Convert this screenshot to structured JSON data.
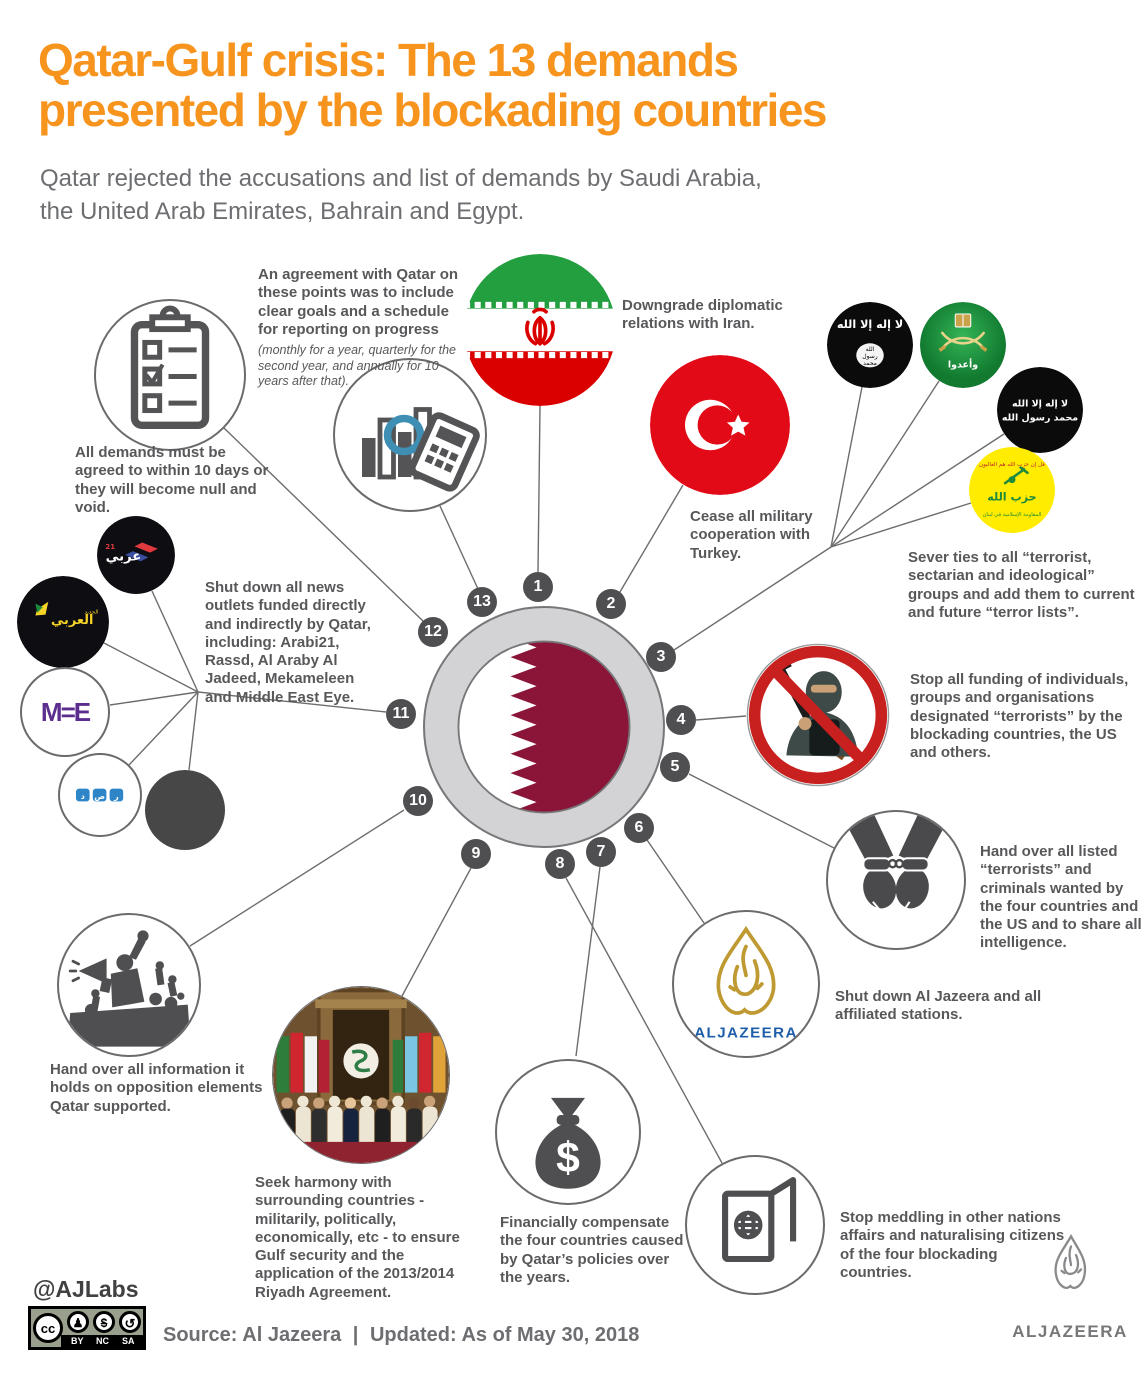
{
  "header": {
    "title1": "Qatar-Gulf crisis: The 13 demands",
    "title2": "presented by the blockading countries",
    "subtitle1": "Qatar rejected the accusations and list of demands by Saudi Arabia,",
    "subtitle2": "the United Arab Emirates, Bahrain and Egypt."
  },
  "demands": [
    {
      "num": "1",
      "icon": "iran-flag",
      "text": "Downgrade diplomatic relations with Iran."
    },
    {
      "num": "2",
      "icon": "turkey-flag",
      "text": "Cease all military cooperation with Turkey."
    },
    {
      "num": "3",
      "icon": "terror-group-flags",
      "text": "Sever ties to all “terrorist, sectarian and ideological” groups and add them to current and future “terror lists”."
    },
    {
      "num": "4",
      "icon": "banned-terrorist",
      "text": "Stop all funding of individuals, groups and organisations designated “terrorists” by the blockading countries, the US and others."
    },
    {
      "num": "5",
      "icon": "handcuffs",
      "text": "Hand over all listed “terrorists” and criminals wanted by the four countries and the US and to share all intelligence."
    },
    {
      "num": "6",
      "icon": "al-jazeera-logo",
      "text": "Shut down Al Jazeera and all affiliated stations."
    },
    {
      "num": "7",
      "icon": "money-bag",
      "text": "Financially compensate the four countries caused by Qatar’s policies over the years."
    },
    {
      "num": "8",
      "icon": "passport",
      "text": "Stop meddling in other nations affairs and naturalising citizens of the four blockading countries."
    },
    {
      "num": "9",
      "icon": "riyadh-summit-photo",
      "text": "Seek harmony with surrounding countries - militarily, politically, economically, etc - to ensure Gulf security and the application of the 2013/2014 Riyadh Agreement."
    },
    {
      "num": "10",
      "icon": "protest-crowd",
      "text": "Hand over all information it holds on opposition elements Qatar supported."
    },
    {
      "num": "11",
      "icon": "qatar-funded-media-logos",
      "text": "Shut down all news outlets funded directly and indirectly by Qatar, including: Arabi21, Rassd, Al Araby Al Jadeed, Mekameleen and Middle East Eye."
    },
    {
      "num": "12",
      "icon": "checklist",
      "text": "All demands must be agreed to within 10 days or they will become null and void."
    },
    {
      "num": "13",
      "icon": "chart-calculator",
      "text_bold": "An agreement with Qatar on these points was to include clear goals and a schedule for reporting on progress",
      "text_italic": "(monthly for a year, quarterly for the second year, and annually for 10 years after that)."
    }
  ],
  "logos": {
    "aljazeera_wordmark": "ALJAZEERA",
    "arabi21_text": "عربي",
    "arabi21_number": "21",
    "alaraby_text": "العربي",
    "alaraby_small": "الجديد",
    "mee_text": "M=E",
    "rassd_letters": [
      "د",
      "ص",
      "ر"
    ],
    "mb_caption": "وأعدوا",
    "tawhid_flag_text": "لا إله إلا الله",
    "tawhid_seal_lines": [
      "الله",
      "رسول",
      "محمد"
    ],
    "shahada_flag_line1": "لا إله إلا الله",
    "shahada_flag_line2": "محمد رسول الله",
    "hezbollah_top": "قل إن حزب الله هم الغالبون",
    "hezbollah_name": "حزب الله",
    "hezbollah_bottom": "المقاومة الإسلامية في لبنان"
  },
  "footer": {
    "handle": "@AJLabs",
    "cc_label": "cc",
    "license_labels": [
      "BY",
      "NC",
      "SA"
    ],
    "source": "Source: Al Jazeera",
    "separator": "|",
    "updated": "Updated: As of May 30, 2018",
    "brand_wordmark": "ALJAZEERA"
  },
  "colors": {
    "accent_orange": "#F7941E",
    "qatar_maroon": "#8A1538",
    "demand_text": "#58585B",
    "subtitle_gray": "#6D6E71",
    "connector_gray": "#6D6D6D",
    "node_fill": "#4F4F52",
    "aj_gold": "#BF9A33",
    "aj_blue": "#1F5FA9",
    "turkey_red": "#E30A17",
    "iran_green": "#239F40",
    "iran_red": "#DA0000",
    "hezbollah_yellow": "#FFEC00",
    "brotherhood_green": "#1E9A3E",
    "mee_purple": "#5B2D8E",
    "rassd_blue": "#2E86C8",
    "prohibition_red": "#C8201F"
  }
}
